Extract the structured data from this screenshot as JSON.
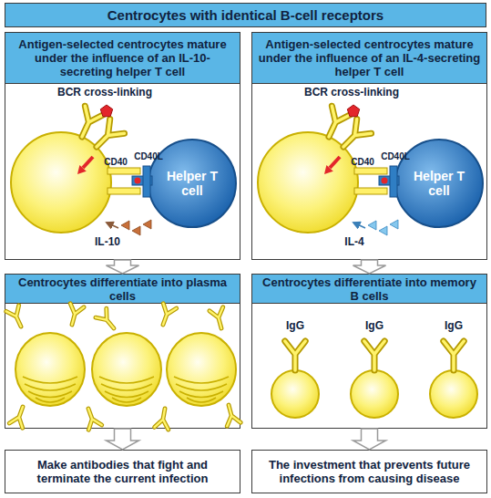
{
  "diagram": {
    "title": "Centrocytes with identical B-cell receptors",
    "nodes": [
      {
        "text": [
          "Antigen-selected centrocytes mature under the influence of an IL-10-secreting helper T cell"
        ]
      },
      {
        "text": [
          "Helper T cell"
        ],
        "in": 0
      },
      {
        "text": [
          "Centrocytes differentiate into plasma cells"
        ]
      },
      {
        "text": [
          "Make antibodies that fight and terminate the current infection"
        ]
      },
      {
        "text": [
          "Antigen-selected centrocytes mature under the influence of an IL-4-secreting helper T cell"
        ]
      },
      {
        "text": [
          "Helper T cell"
        ],
        "in": 4
      },
      {
        "text": [
          "Centrocytes differentiate into memory B cells"
        ]
      },
      {
        "text": [
          "The investment that prevents future infections from causing disease"
        ]
      }
    ],
    "edges": [
      {
        "from": 0,
        "to": 2,
        "arrow": "to"
      },
      {
        "from": 2,
        "to": 3,
        "arrow": "to"
      },
      {
        "from": 4,
        "to": 6,
        "arrow": "to"
      },
      {
        "from": 6,
        "to": 7,
        "arrow": "to"
      }
    ],
    "labels": [
      "BCR cross-linking",
      "CD40",
      "CD40L",
      "IL-10",
      "BCR cross-linking",
      "CD40",
      "CD40L",
      "IL-4",
      "IgG",
      "IgG",
      "IgG"
    ]
  }
}
